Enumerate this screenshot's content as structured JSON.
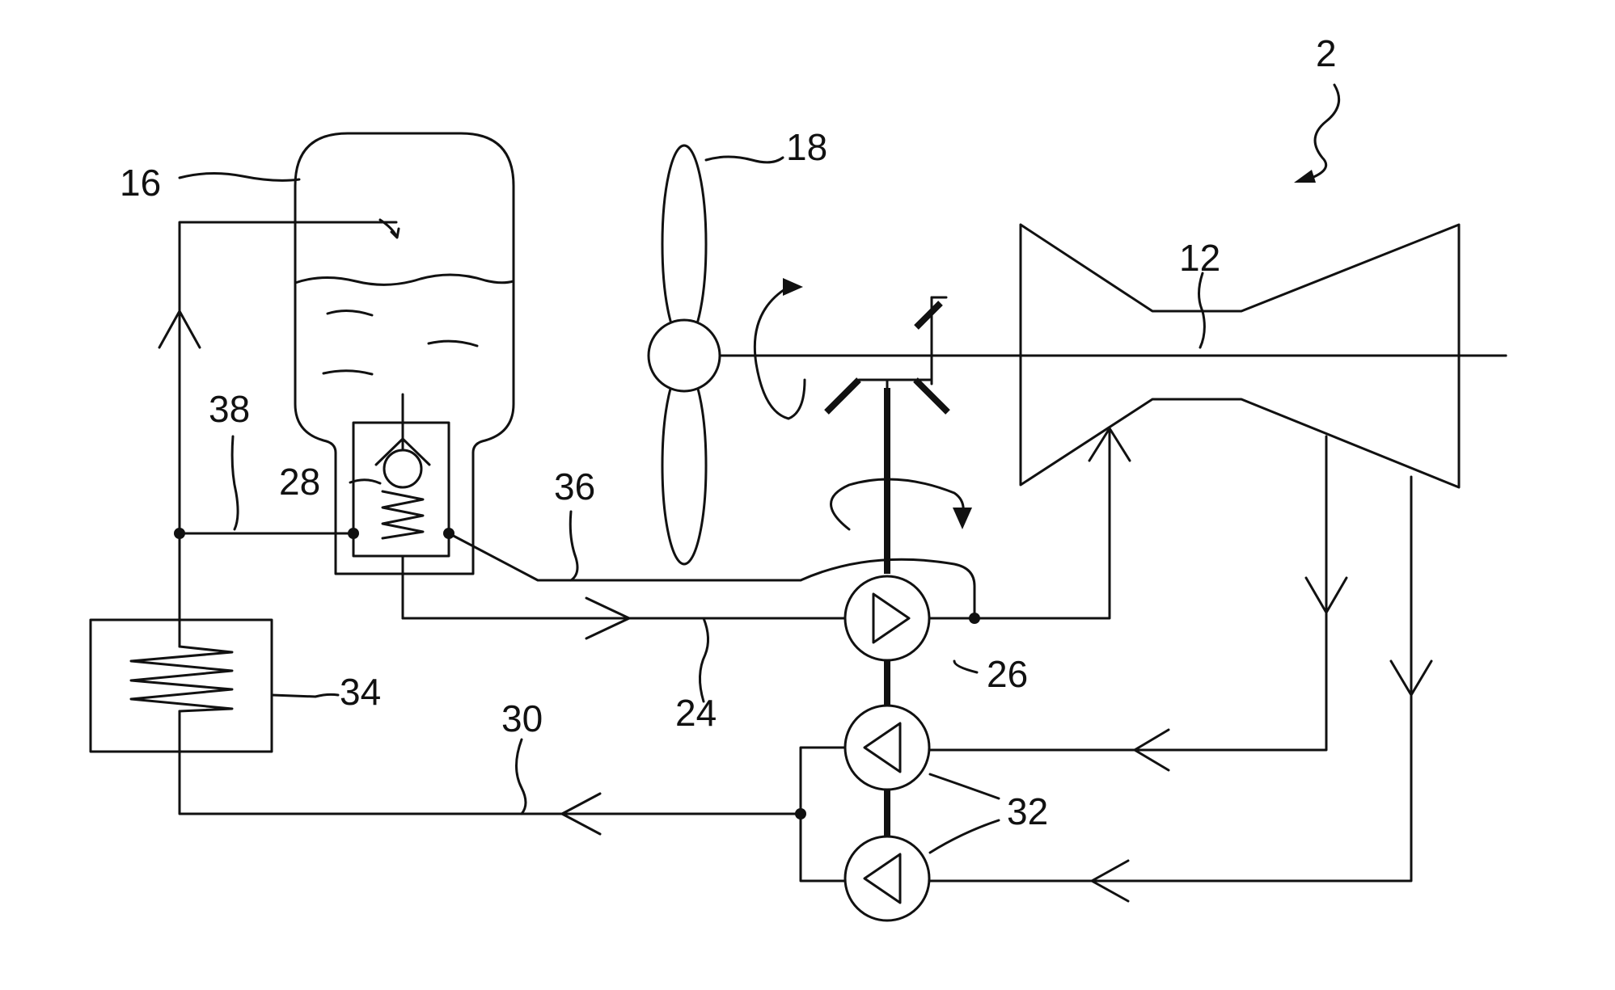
{
  "labels": {
    "system": "2",
    "shaft": "12",
    "tank": "16",
    "fan": "18",
    "feed_line": "24",
    "feed_pump": "26",
    "valve": "28",
    "return_line": "30",
    "scavenge_pumps": "32",
    "heat_exchanger": "34",
    "line_36": "36",
    "line_38": "38"
  }
}
